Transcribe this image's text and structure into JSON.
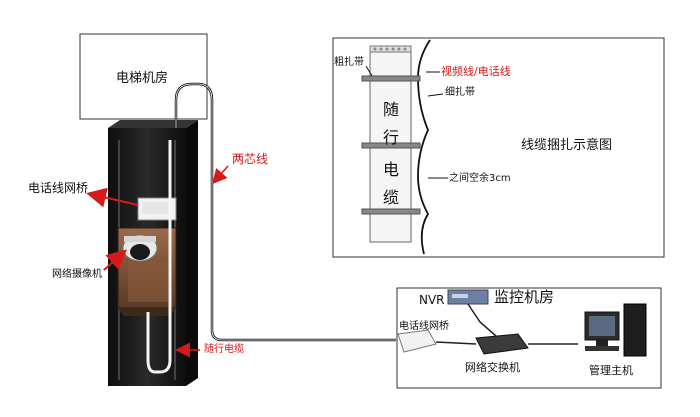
{
  "labels": {
    "machine_room": "电梯机房",
    "two_core": "两芯线",
    "phone_bridge": "电话线网桥",
    "camera": "网络摄像机",
    "travel_cable": "随行电缆",
    "coarse_strap": "粗扎带",
    "video_phone_line": "视频线/电话线",
    "fine_strap": "细扎带",
    "gap": "之间空余3cm",
    "bundle_title": "线缆捆扎示意图",
    "cable_chars": [
      "随",
      "行",
      "电",
      "缆"
    ],
    "nvr": "NVR",
    "monitor_room": "监控机房",
    "phone_bridge2": "电话线网桥",
    "switch": "网络交换机",
    "host": "管理主机"
  },
  "colors": {
    "accent_red": "#d61a1a",
    "shaft": "#1c1c1c",
    "cable": "#111111"
  }
}
